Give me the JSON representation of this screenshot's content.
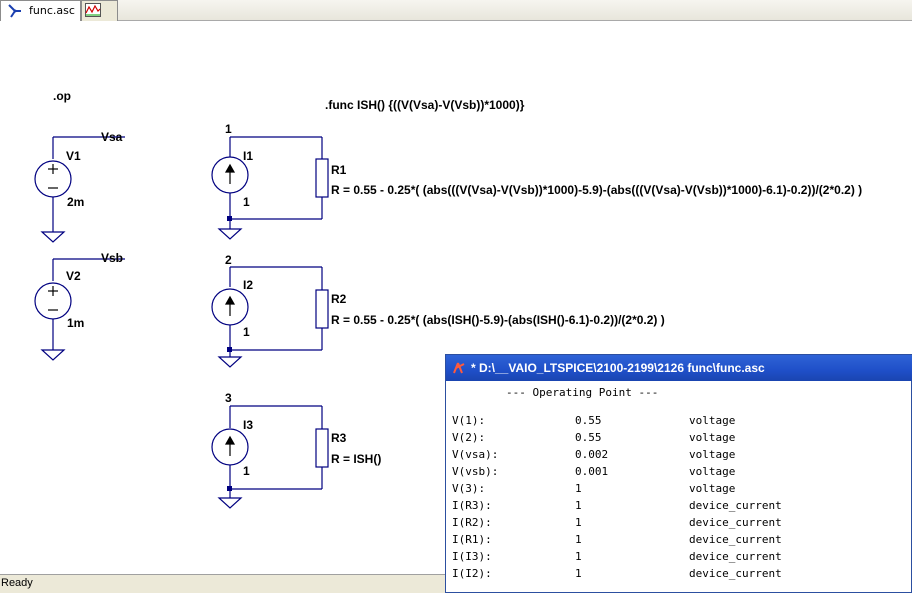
{
  "tabs": [
    {
      "label": "func.asc",
      "icon": "schematic-icon"
    },
    {
      "label": "",
      "icon": "waveform-icon"
    }
  ],
  "schematic": {
    "directive_op": ".op",
    "directive_func": ".func ISH() {((V(Vsa)-V(Vsb))*1000)}",
    "v1": {
      "name": "V1",
      "value": "2m",
      "net": "Vsa"
    },
    "v2": {
      "name": "V2",
      "value": "1m",
      "net": "Vsb"
    },
    "i1": {
      "name": "I1",
      "value": "1",
      "net": "1"
    },
    "i2": {
      "name": "I2",
      "value": "1",
      "net": "2"
    },
    "i3": {
      "name": "I3",
      "value": "1",
      "net": "3"
    },
    "r1": {
      "name": "R1",
      "value": "R = 0.55 - 0.25*( (abs(((V(Vsa)-V(Vsb))*1000)-5.9)-(abs(((V(Vsa)-V(Vsb))*1000)-6.1)-0.2))/(2*0.2) )"
    },
    "r2": {
      "name": "R2",
      "value": "R = 0.55 - 0.25*( (abs(ISH()-5.9)-(abs(ISH()-6.1)-0.2))/(2*0.2) )"
    },
    "r3": {
      "name": "R3",
      "value": "R = ISH()"
    }
  },
  "status": "Ready",
  "op_window": {
    "title": "* D:\\__VAIO_LTSPICE\\2100-2199\\2126 func\\func.asc",
    "heading": "--- Operating Point ---",
    "rows": [
      {
        "name": "V(1):",
        "value": "0.55",
        "type": "voltage"
      },
      {
        "name": "V(2):",
        "value": "0.55",
        "type": "voltage"
      },
      {
        "name": "V(vsa):",
        "value": "0.002",
        "type": "voltage"
      },
      {
        "name": "V(vsb):",
        "value": "0.001",
        "type": "voltage"
      },
      {
        "name": "V(3):",
        "value": "1",
        "type": "voltage"
      },
      {
        "name": "I(R3):",
        "value": "1",
        "type": "device_current"
      },
      {
        "name": "I(R2):",
        "value": "1",
        "type": "device_current"
      },
      {
        "name": "I(R1):",
        "value": "1",
        "type": "device_current"
      },
      {
        "name": "I(I3):",
        "value": "1",
        "type": "device_current"
      },
      {
        "name": "I(I2):",
        "value": "1",
        "type": "device_current"
      }
    ]
  },
  "colors": {
    "wire": "#000080",
    "titlebar": "#2458d0",
    "window_border": "#2c4fa0"
  }
}
